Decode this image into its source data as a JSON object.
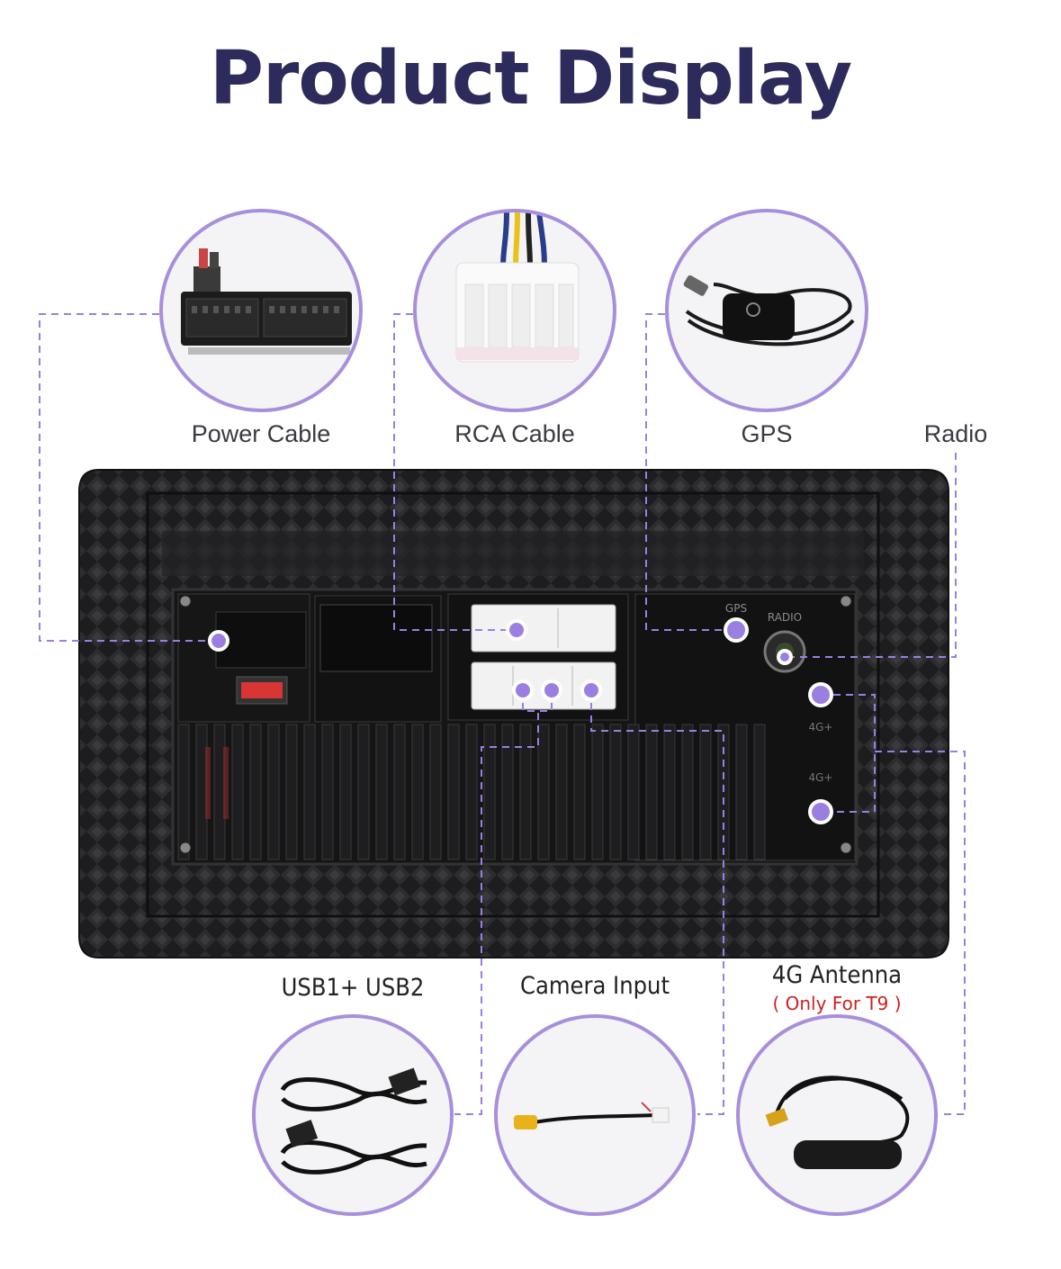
{
  "title": "Product Display",
  "labels": {
    "power": "Power Cable",
    "rca": "RCA Cable",
    "gps": "GPS",
    "radio": "Radio",
    "usb": "USB1+ USB2",
    "camera": "Camera Input",
    "antenna": "4G Antenna",
    "antenna_note": "( Only For T9 )"
  },
  "unit_markings": {
    "gps": "GPS",
    "radio": "RADIO",
    "4g_a": "4G+",
    "4g_b": "4G+"
  },
  "colors": {
    "accent": "#9b7fe0",
    "title": "#2d2a5c",
    "note": "#d02020"
  }
}
